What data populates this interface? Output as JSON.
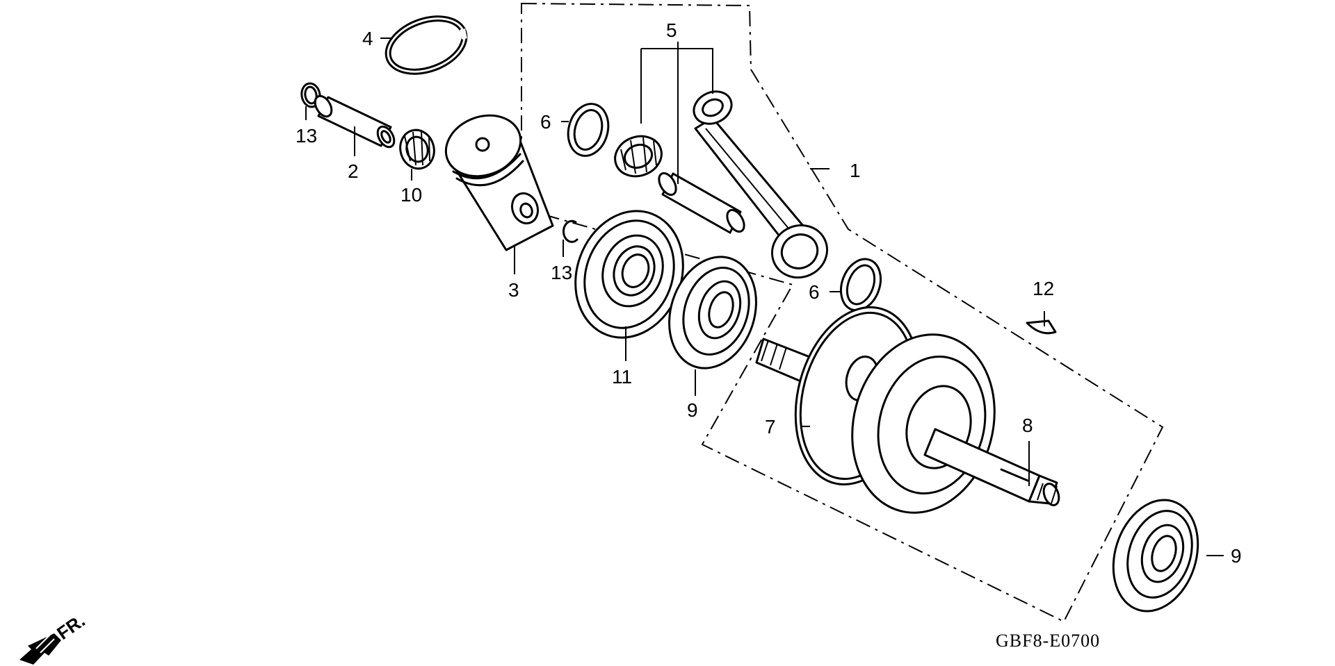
{
  "diagram_code": "GBF8-E0700",
  "direction_label": "FR.",
  "callouts": {
    "c1": "1",
    "c2": "2",
    "c3": "3",
    "c4": "4",
    "c5": "5",
    "c6a": "6",
    "c6b": "6",
    "c7": "7",
    "c8": "8",
    "c9a": "9",
    "c9b": "9",
    "c10": "10",
    "c11": "11",
    "c12": "12",
    "c13a": "13",
    "c13b": "13"
  },
  "icons": {
    "front_direction": "front-arrow-icon"
  }
}
